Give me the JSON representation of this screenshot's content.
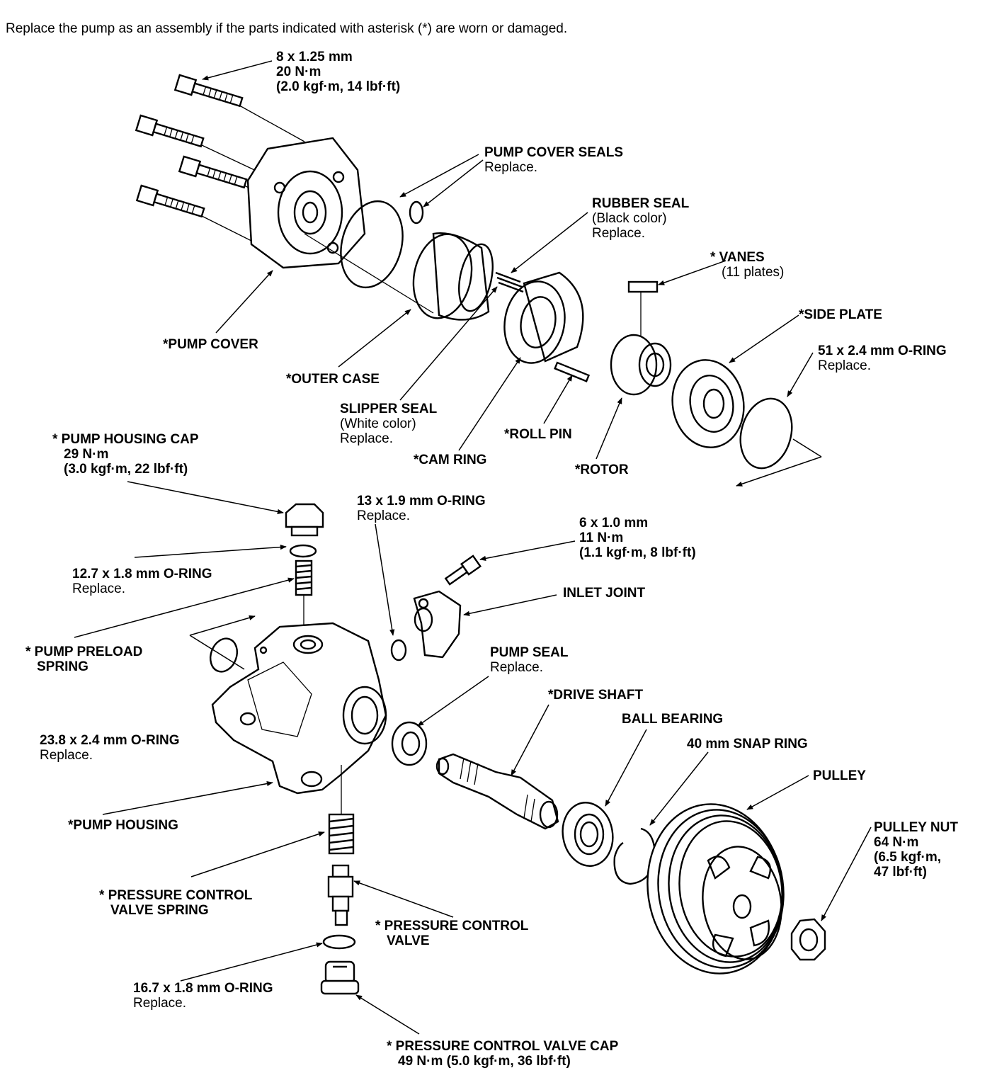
{
  "instruction": "Replace the pump as an assembly if the parts indicated with asterisk (*) are worn or damaged.",
  "labels": {
    "cover_bolt": {
      "line1": "8 x 1.25 mm",
      "line2": "20 N·m",
      "line3": "(2.0 kgf·m, 14 lbf·ft)"
    },
    "pump_cover_seals": {
      "name": "PUMP COVER SEALS",
      "note": "Replace."
    },
    "rubber_seal": {
      "name": "RUBBER SEAL",
      "color": "(Black color)",
      "note": "Replace."
    },
    "vanes": {
      "name": "* VANES",
      "count": "(11 plates)"
    },
    "side_plate": {
      "name": "*SIDE PLATE"
    },
    "oring_51": {
      "name": "51 x 2.4 mm O-RING",
      "note": "Replace."
    },
    "pump_cover": {
      "name": "*PUMP COVER"
    },
    "outer_case": {
      "name": "*OUTER CASE"
    },
    "slipper_seal": {
      "name": "SLIPPER SEAL",
      "color": "(White color)",
      "note": "Replace."
    },
    "roll_pin": {
      "name": "*ROLL PIN"
    },
    "cam_ring": {
      "name": "*CAM RING"
    },
    "rotor": {
      "name": "*ROTOR"
    },
    "housing_cap": {
      "name": "* PUMP HOUSING CAP",
      "line2": "29 N·m",
      "line3": "(3.0 kgf·m, 22 lbf·ft)"
    },
    "oring_13": {
      "name": "13 x 1.9 mm O-RING",
      "note": "Replace."
    },
    "inlet_bolt": {
      "line1": "6 x 1.0 mm",
      "line2": "11 N·m",
      "line3": "(1.1 kgf·m, 8 lbf·ft)"
    },
    "oring_127": {
      "name": "12.7 x 1.8 mm O-RING",
      "note": "Replace."
    },
    "inlet_joint": {
      "name": "INLET JOINT"
    },
    "preload_spring": {
      "line1": "* PUMP PRELOAD",
      "line2": "SPRING"
    },
    "pump_seal": {
      "name": "PUMP SEAL",
      "note": "Replace."
    },
    "drive_shaft": {
      "name": "*DRIVE SHAFT"
    },
    "ball_bearing": {
      "name": "BALL BEARING"
    },
    "oring_238": {
      "name": "23.8 x 2.4 mm O-RING",
      "note": "Replace."
    },
    "snap_ring": {
      "name": "40 mm SNAP RING"
    },
    "pulley": {
      "name": "PULLEY"
    },
    "pump_housing": {
      "name": "*PUMP HOUSING"
    },
    "pulley_nut": {
      "name": "PULLEY NUT",
      "line2": "64 N·m",
      "line3": "(6.5 kgf·m,",
      "line4": "47 lbf·ft)"
    },
    "pcv_spring": {
      "line1": "* PRESSURE CONTROL",
      "line2": "VALVE SPRING"
    },
    "pcv": {
      "line1": "* PRESSURE CONTROL",
      "line2": "VALVE"
    },
    "oring_167": {
      "name": "16.7 x 1.8 mm O-RING",
      "note": "Replace."
    },
    "pcv_cap": {
      "name": "* PRESSURE CONTROL VALVE CAP",
      "line2": "49 N·m (5.0 kgf·m, 36 lbf·ft)"
    }
  },
  "icons": [
    "bolt-icon",
    "pump-cover-icon",
    "o-ring-icon",
    "outer-case-icon",
    "cam-ring-icon",
    "rotor-icon",
    "side-plate-icon",
    "pump-housing-icon",
    "spring-icon",
    "valve-icon",
    "cap-icon",
    "inlet-joint-icon",
    "drive-shaft-icon",
    "ball-bearing-icon",
    "snap-ring-icon",
    "pulley-icon",
    "nut-icon"
  ]
}
